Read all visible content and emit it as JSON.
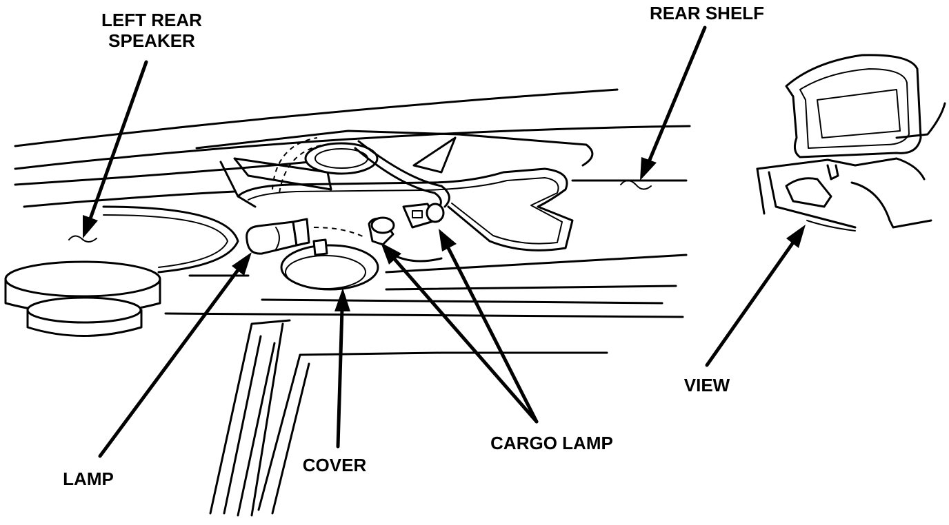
{
  "labels": {
    "left_rear_speaker_line1": "LEFT REAR",
    "left_rear_speaker_line2": "SPEAKER",
    "rear_shelf": "REAR SHELF",
    "view": "VIEW",
    "lamp": "LAMP",
    "cover": "COVER",
    "cargo_lamp": "CARGO LAMP"
  }
}
